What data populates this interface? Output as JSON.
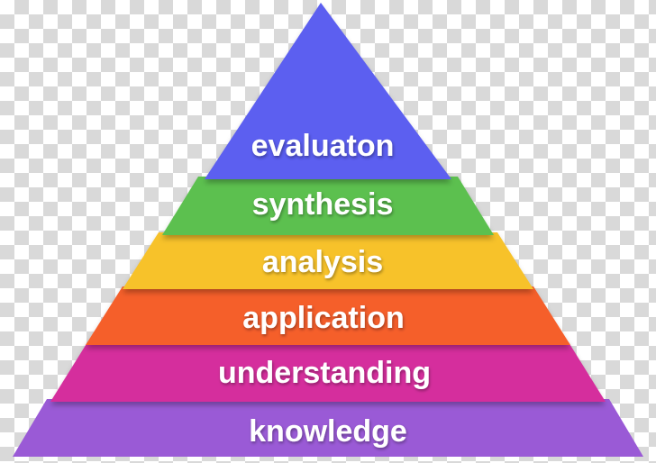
{
  "pyramid": {
    "tiers": [
      {
        "label": "evaluaton",
        "color": "#5b5ef0"
      },
      {
        "label": "synthesis",
        "color": "#5cc04f"
      },
      {
        "label": "analysis",
        "color": "#f7c22a"
      },
      {
        "label": "application",
        "color": "#f55e2c"
      },
      {
        "label": "understanding",
        "color": "#d52f9d"
      },
      {
        "label": "knowledge",
        "color": "#9a5ad6"
      }
    ]
  }
}
